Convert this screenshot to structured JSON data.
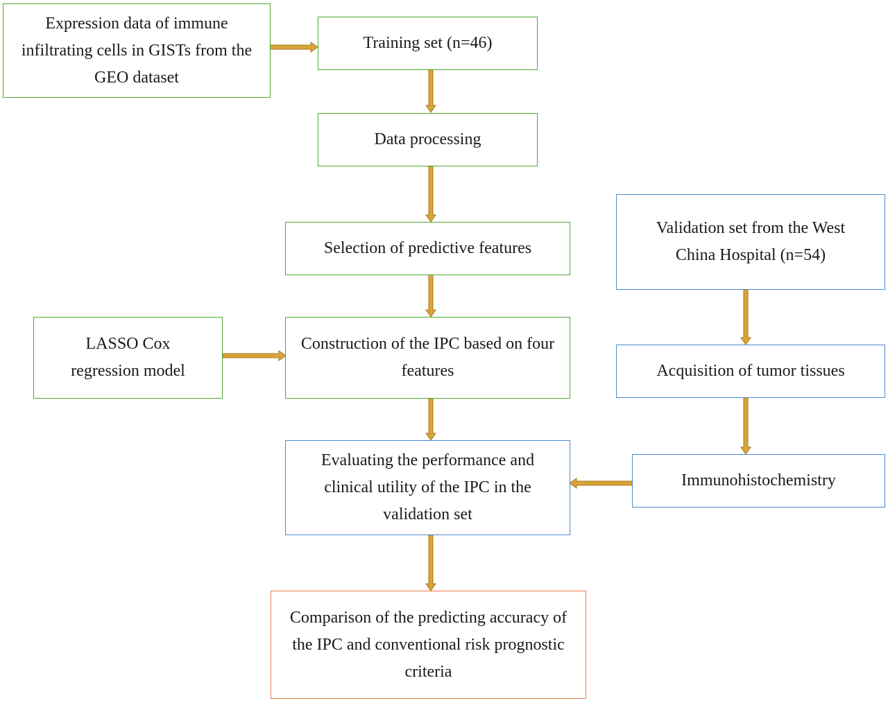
{
  "colors": {
    "green_border": "#4ea72e",
    "blue_border": "#4a8bd0",
    "orange_border": "#e87a3e",
    "arrow_fill": "#d9a53a",
    "arrow_stroke": "#a87818"
  },
  "boxes": {
    "geo_data": "Expression data of immune infiltrating cells in GISTs from the GEO dataset",
    "training_set": "Training set (n=46)",
    "data_processing": "Data processing",
    "selection": "Selection of predictive features",
    "lasso": "LASSO Cox regression model",
    "construction": "Construction of the IPC based on four features",
    "evaluating": "Evaluating the performance and clinical utility of the IPC in the validation set",
    "comparison": "Comparison of the predicting accuracy of the IPC and conventional risk prognostic criteria",
    "validation_set": "Validation set from the West China Hospital (n=54)",
    "acquisition": "Acquisition of tumor tissues",
    "ihc": "Immunohistochemistry"
  }
}
